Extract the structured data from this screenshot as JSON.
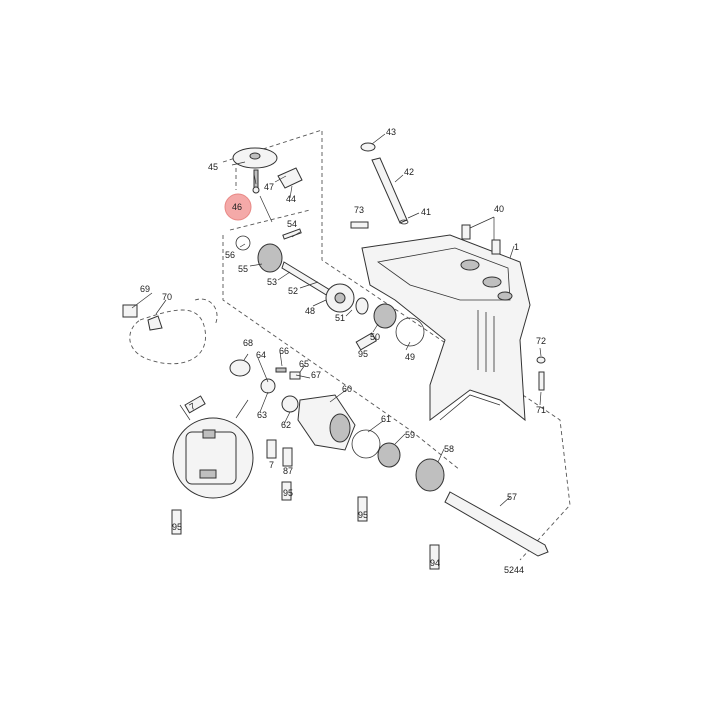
{
  "diagram": {
    "figure_number": "5244",
    "highlight_color": "#f08080",
    "highlighted_callout": "46",
    "callouts": {
      "c1": "1",
      "c40": "40",
      "c41": "41",
      "c42": "42",
      "c43": "43",
      "c44": "44",
      "c45": "45",
      "c46": "46",
      "c47": "47",
      "c48": "48",
      "c49": "49",
      "c50": "50",
      "c51": "51",
      "c52": "52",
      "c53": "53",
      "c54": "54",
      "c55": "55",
      "c56": "56",
      "c57": "57",
      "c58": "58",
      "c59": "59",
      "c60": "60",
      "c61": "61",
      "c62": "62",
      "c63": "63",
      "c64": "64",
      "c65": "65",
      "c66": "66",
      "c67": "67",
      "c68": "68",
      "c69": "69",
      "c70": "70",
      "c71": "71",
      "c72": "72",
      "c73": "73"
    },
    "lube_tubes": {
      "t7a": "7",
      "t7b": "7",
      "t87": "87",
      "t95a": "95",
      "t95b": "95",
      "t94": "94",
      "t95c": "95",
      "t95d": "95"
    }
  }
}
